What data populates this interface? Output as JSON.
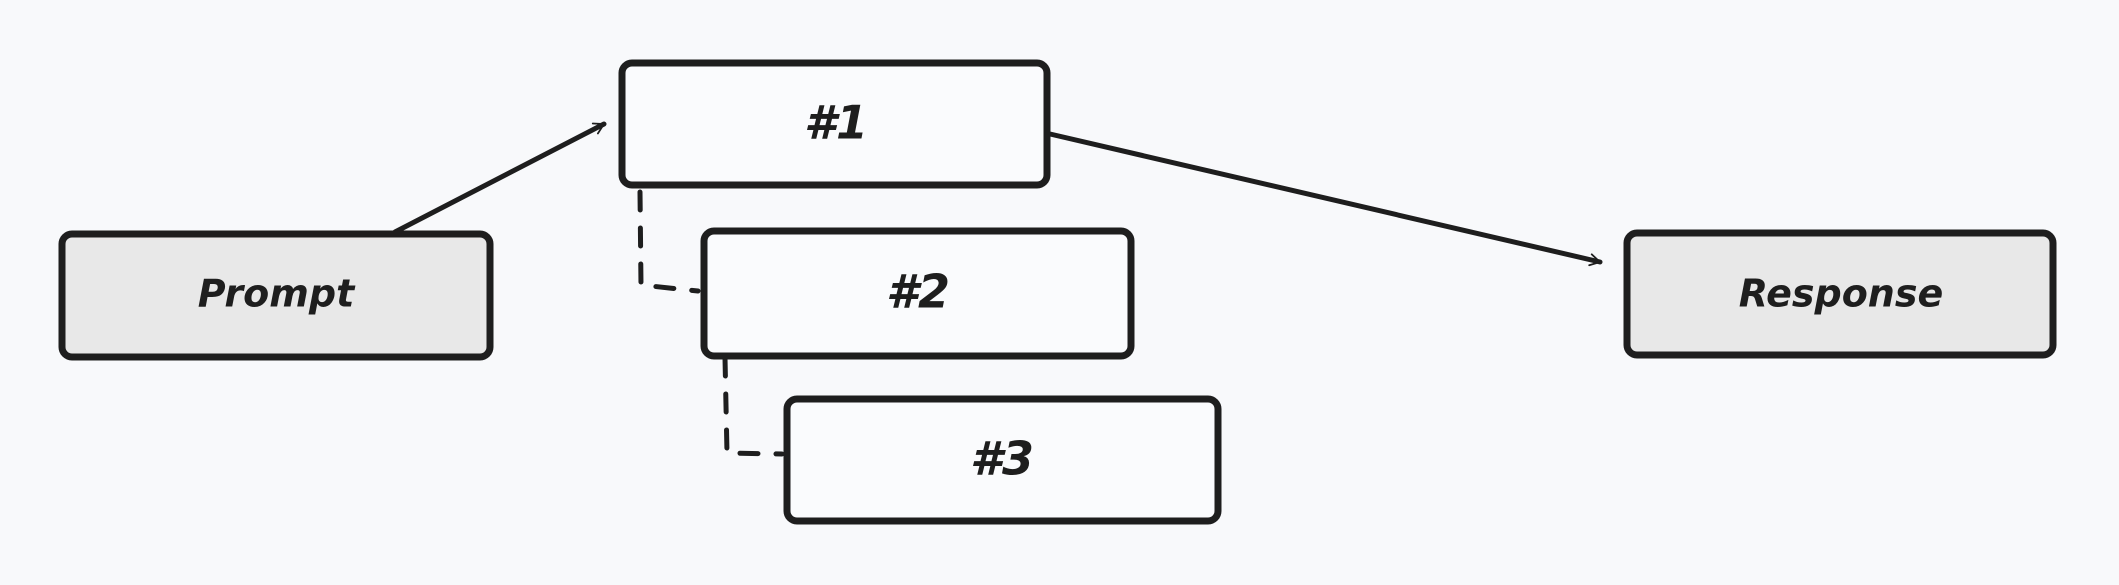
{
  "diagram": {
    "nodes": {
      "prompt": {
        "label": "Prompt",
        "fill": "#e8e8e8"
      },
      "step1": {
        "label": "#1",
        "fill": "#fafbfd"
      },
      "step2": {
        "label": "#2",
        "fill": "#fafbfd"
      },
      "step3": {
        "label": "#3",
        "fill": "#fafbfd"
      },
      "response": {
        "label": "Response",
        "fill": "#e8e8e8"
      }
    },
    "edges": [
      {
        "from": "prompt",
        "to": "step1",
        "style": "solid-arrow"
      },
      {
        "from": "step1",
        "to": "response",
        "style": "solid-arrow"
      },
      {
        "from": "step1",
        "to": "step2",
        "style": "dashed"
      },
      {
        "from": "step2",
        "to": "step3",
        "style": "dashed"
      }
    ],
    "stroke_color": "#1e1e1e",
    "background": "#f8f9fb"
  }
}
